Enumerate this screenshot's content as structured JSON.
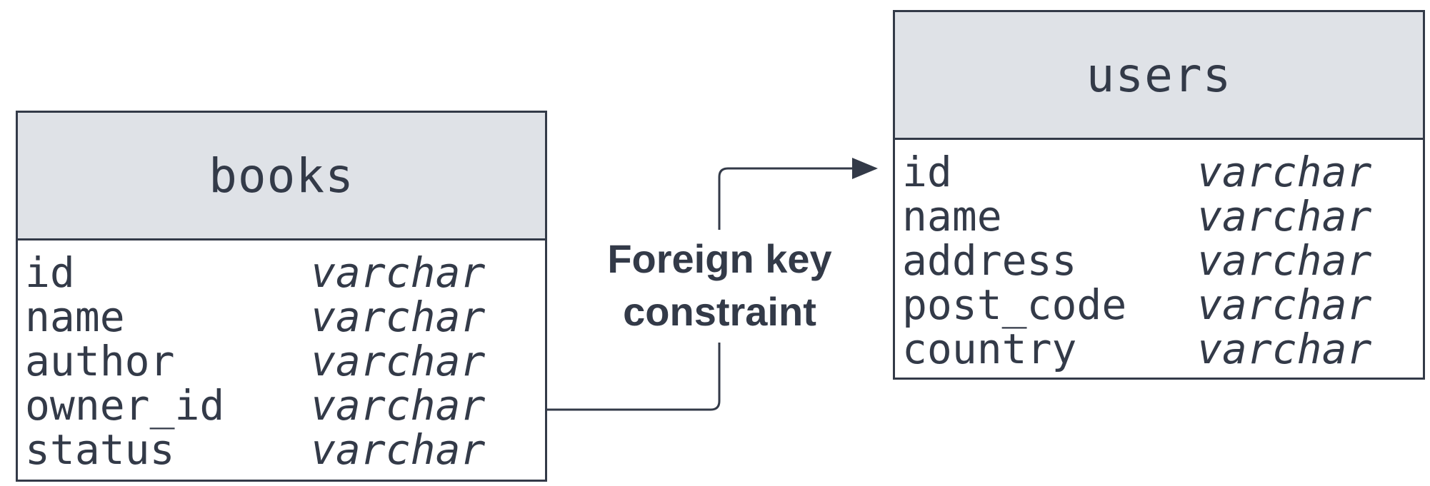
{
  "tables": {
    "books": {
      "title": "books",
      "fields": [
        {
          "name": "id",
          "type": "varchar"
        },
        {
          "name": "name",
          "type": "varchar"
        },
        {
          "name": "author",
          "type": "varchar"
        },
        {
          "name": "owner_id",
          "type": "varchar"
        },
        {
          "name": "status",
          "type": "varchar"
        }
      ]
    },
    "users": {
      "title": "users",
      "fields": [
        {
          "name": "id",
          "type": "varchar"
        },
        {
          "name": "name",
          "type": "varchar"
        },
        {
          "name": "address",
          "type": "varchar"
        },
        {
          "name": "post_code",
          "type": "varchar"
        },
        {
          "name": "country",
          "type": "varchar"
        }
      ]
    }
  },
  "relation": {
    "label_line1": "Foreign key",
    "label_line2": "constraint"
  },
  "colors": {
    "stroke": "#333a48",
    "header_fill": "#dfe2e7"
  }
}
